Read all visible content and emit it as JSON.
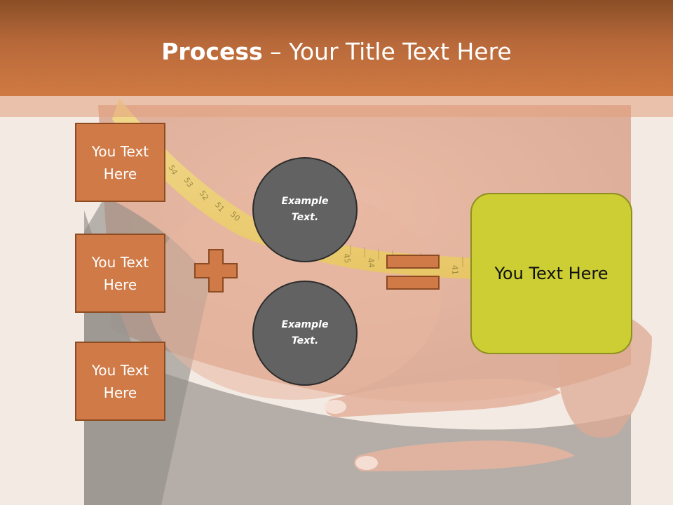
{
  "title": {
    "bold": "Process",
    "dash": " – ",
    "rest": "Your Title Text Here"
  },
  "left_boxes": [
    {
      "label": "You Text Here"
    },
    {
      "label": "You Text Here"
    },
    {
      "label": "You Text Here"
    }
  ],
  "circles": [
    {
      "text": "Example Text."
    },
    {
      "text": "Example Text."
    }
  ],
  "operators": {
    "plus": "plus-icon",
    "equals": "equals-icon"
  },
  "result": {
    "label": "You Text Here"
  },
  "tape_numbers": [
    "54",
    "53",
    "52",
    "51",
    "50",
    "45",
    "44",
    "41"
  ],
  "colors": {
    "header": "#c0703d",
    "box_fill": "#cf7a47",
    "box_border": "#8c4b22",
    "circle_fill": "#626262",
    "result_fill": "#ccce34"
  }
}
